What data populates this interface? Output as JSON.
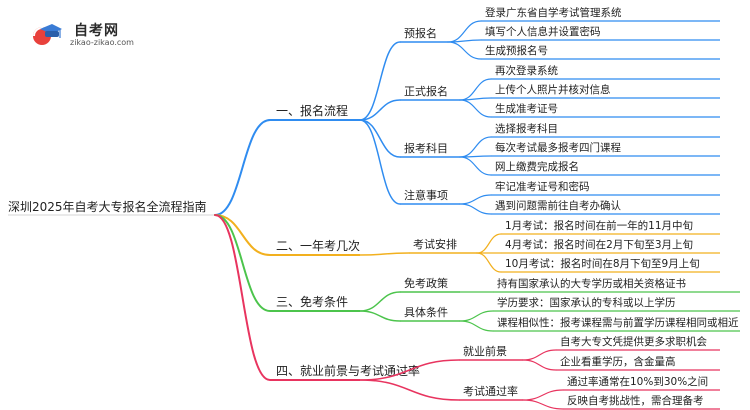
{
  "brand": {
    "title": "自考网",
    "url": "zikao-zikao.com",
    "colors": {
      "red": "#e8413c",
      "blue": "#3a7bd5"
    }
  },
  "root": {
    "label": "深圳2025年自考大专报名全流程指南"
  },
  "branches": [
    {
      "label": "一、报名流程",
      "color": "#2f8cf0",
      "children": [
        {
          "label": "预报名",
          "items": [
            "登录广东省自学考试管理系统",
            "填写个人信息并设置密码",
            "生成预报名号"
          ]
        },
        {
          "label": "正式报名",
          "items": [
            "再次登录系统",
            "上传个人照片并核对信息",
            "生成准考证号"
          ]
        },
        {
          "label": "报考科目",
          "items": [
            "选择报考科目",
            "每次考试最多报考四门课程",
            "网上缴费完成报名"
          ]
        },
        {
          "label": "注意事项",
          "items": [
            "牢记准考证号和密码",
            "遇到问题需前往自考办确认"
          ]
        }
      ]
    },
    {
      "label": "二、一年考几次",
      "color": "#f2b01e",
      "children": [
        {
          "label": "考试安排",
          "items": [
            "1月考试：报名时间在前一年的11月中旬",
            "4月考试：报名时间在2月下旬至3月上旬",
            "10月考试：报名时间在8月下旬至9月上旬"
          ]
        }
      ]
    },
    {
      "label": "三、免考条件",
      "color": "#4cc44c",
      "children": [
        {
          "label": "免考政策",
          "items": [
            "持有国家承认的大专学历或相关资格证书"
          ]
        },
        {
          "label": "具体条件",
          "items": [
            "学历要求：国家承认的专科或以上学历",
            "课程相似性：报考课程需与前置学历课程相同或相近"
          ]
        }
      ]
    },
    {
      "label": "四、就业前景与考试通过率",
      "color": "#e8345f",
      "children": [
        {
          "label": "就业前景",
          "items": [
            "自考大专文凭提供更多求职机会",
            "企业看重学历，含金量高"
          ]
        },
        {
          "label": "考试通过率",
          "items": [
            "通过率通常在10%到30%之间",
            "反映自考挑战性，需合理备考"
          ]
        }
      ]
    }
  ]
}
